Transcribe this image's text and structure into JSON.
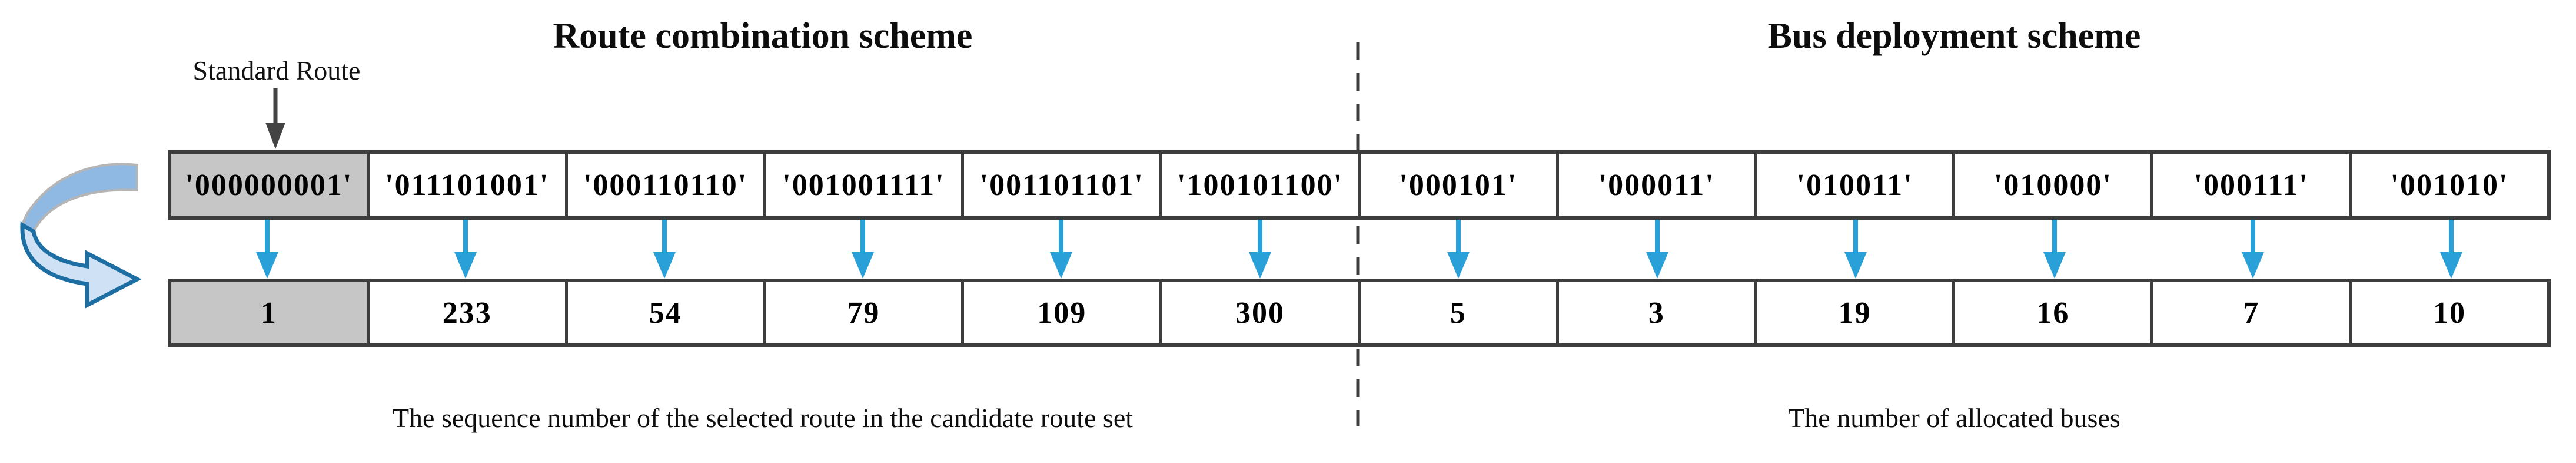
{
  "figure": {
    "titles": {
      "left": "Route combination scheme",
      "right": "Bus deployment scheme"
    },
    "standard_route": {
      "label": "Standard Route"
    },
    "cells": {
      "top": [
        "'000000001'",
        "'011101001'",
        "'000110110'",
        "'001001111'",
        "'001101101'",
        "'100101100'",
        "'000101'",
        "'000011'",
        "'010011'",
        "'010000'",
        "'000111'",
        "'001010'"
      ],
      "bottom": [
        "1",
        "233",
        "54",
        "79",
        "109",
        "300",
        "5",
        "3",
        "19",
        "16",
        "7",
        "10"
      ]
    },
    "captions": {
      "left": "The sequence number of the selected route in the candidate route set",
      "right": "The number of allocated buses"
    },
    "icons": {
      "down_arrow_blue": "down-arrow-icon",
      "down_arrow_black": "standard-route-pointer-icon",
      "curved_arrow": "curved-u-turn-arrow-icon",
      "divider": "dashed-divider-line"
    },
    "colors": {
      "arrow_blue": "#29a0d8",
      "highlight_gray": "#c6c6c6",
      "border_dark": "#3d3d3d",
      "curved_arrow_top_fill": "#8fb9e2",
      "curved_arrow_bottom_fill": "#cfe1f4",
      "curved_arrow_outline": "#1d6fa3"
    }
  }
}
